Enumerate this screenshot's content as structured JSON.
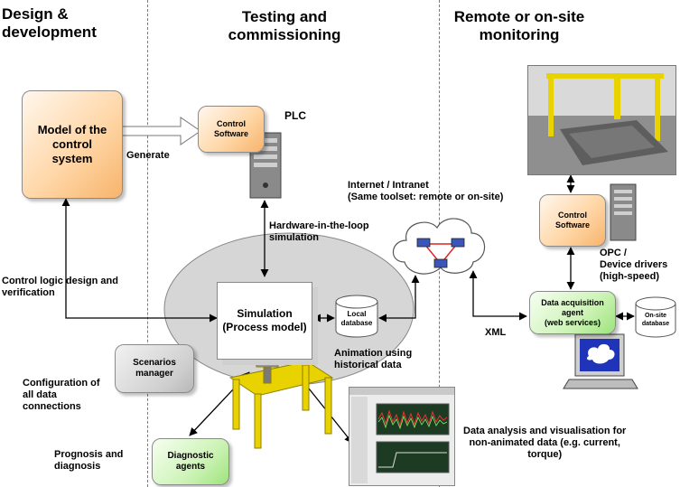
{
  "sections": {
    "design": "Design & development",
    "design_l1": "Design &",
    "design_l2": "development",
    "testing_l1": "Testing and",
    "testing_l2": "commissioning",
    "remote_l1": "Remote or on-site",
    "remote_l2": "monitoring"
  },
  "nodes": {
    "model_l1": "Model of the",
    "model_l2": "control",
    "model_l3": "system",
    "control_software_l1": "Control",
    "control_software_l2": "Software",
    "plc": "PLC",
    "simulation_l1": "Simulation",
    "simulation_l2": "(Process model)",
    "local_db_l1": "Local",
    "local_db_l2": "database",
    "scenarios_l1": "Scenarios",
    "scenarios_l2": "manager",
    "diagnostic_l1": "Diagnostic",
    "diagnostic_l2": "agents",
    "remote_control_l1": "Control",
    "remote_control_l2": "Software",
    "daq_l1": "Data acquisition",
    "daq_l2": "agent",
    "daq_l3": "(web services)",
    "onsite_db_l1": "On-site",
    "onsite_db_l2": "database"
  },
  "labels": {
    "generate": "Generate",
    "hil_l1": "Hardware-in-the-loop",
    "hil_l2": "simulation",
    "internet_l1": "Internet / Intranet",
    "internet_l2": "(Same toolset: remote or on-site)",
    "control_logic_l1": "Control logic design and",
    "control_logic_l2": "verification",
    "configuration_l1": "Configuration of",
    "configuration_l2": "all data",
    "configuration_l3": "connections",
    "animation_l1": "Animation using",
    "animation_l2": "historical data",
    "xml": "XML",
    "opc_l1": "OPC /",
    "opc_l2": "Device drivers",
    "opc_l3": "(high-speed)",
    "prognosis_l1": "Prognosis and",
    "prognosis_l2": "diagnosis",
    "analysis_l1": "Data analysis and visualisation for",
    "analysis_l2": "non-animated data (e.g. current,",
    "analysis_l3": "torque)"
  },
  "colors": {
    "orange": "#f7b46b",
    "green": "#9ee37c",
    "grey": "#c8c8c8",
    "ellipse": "#d4d4d4",
    "gantry": "#e8d200"
  }
}
